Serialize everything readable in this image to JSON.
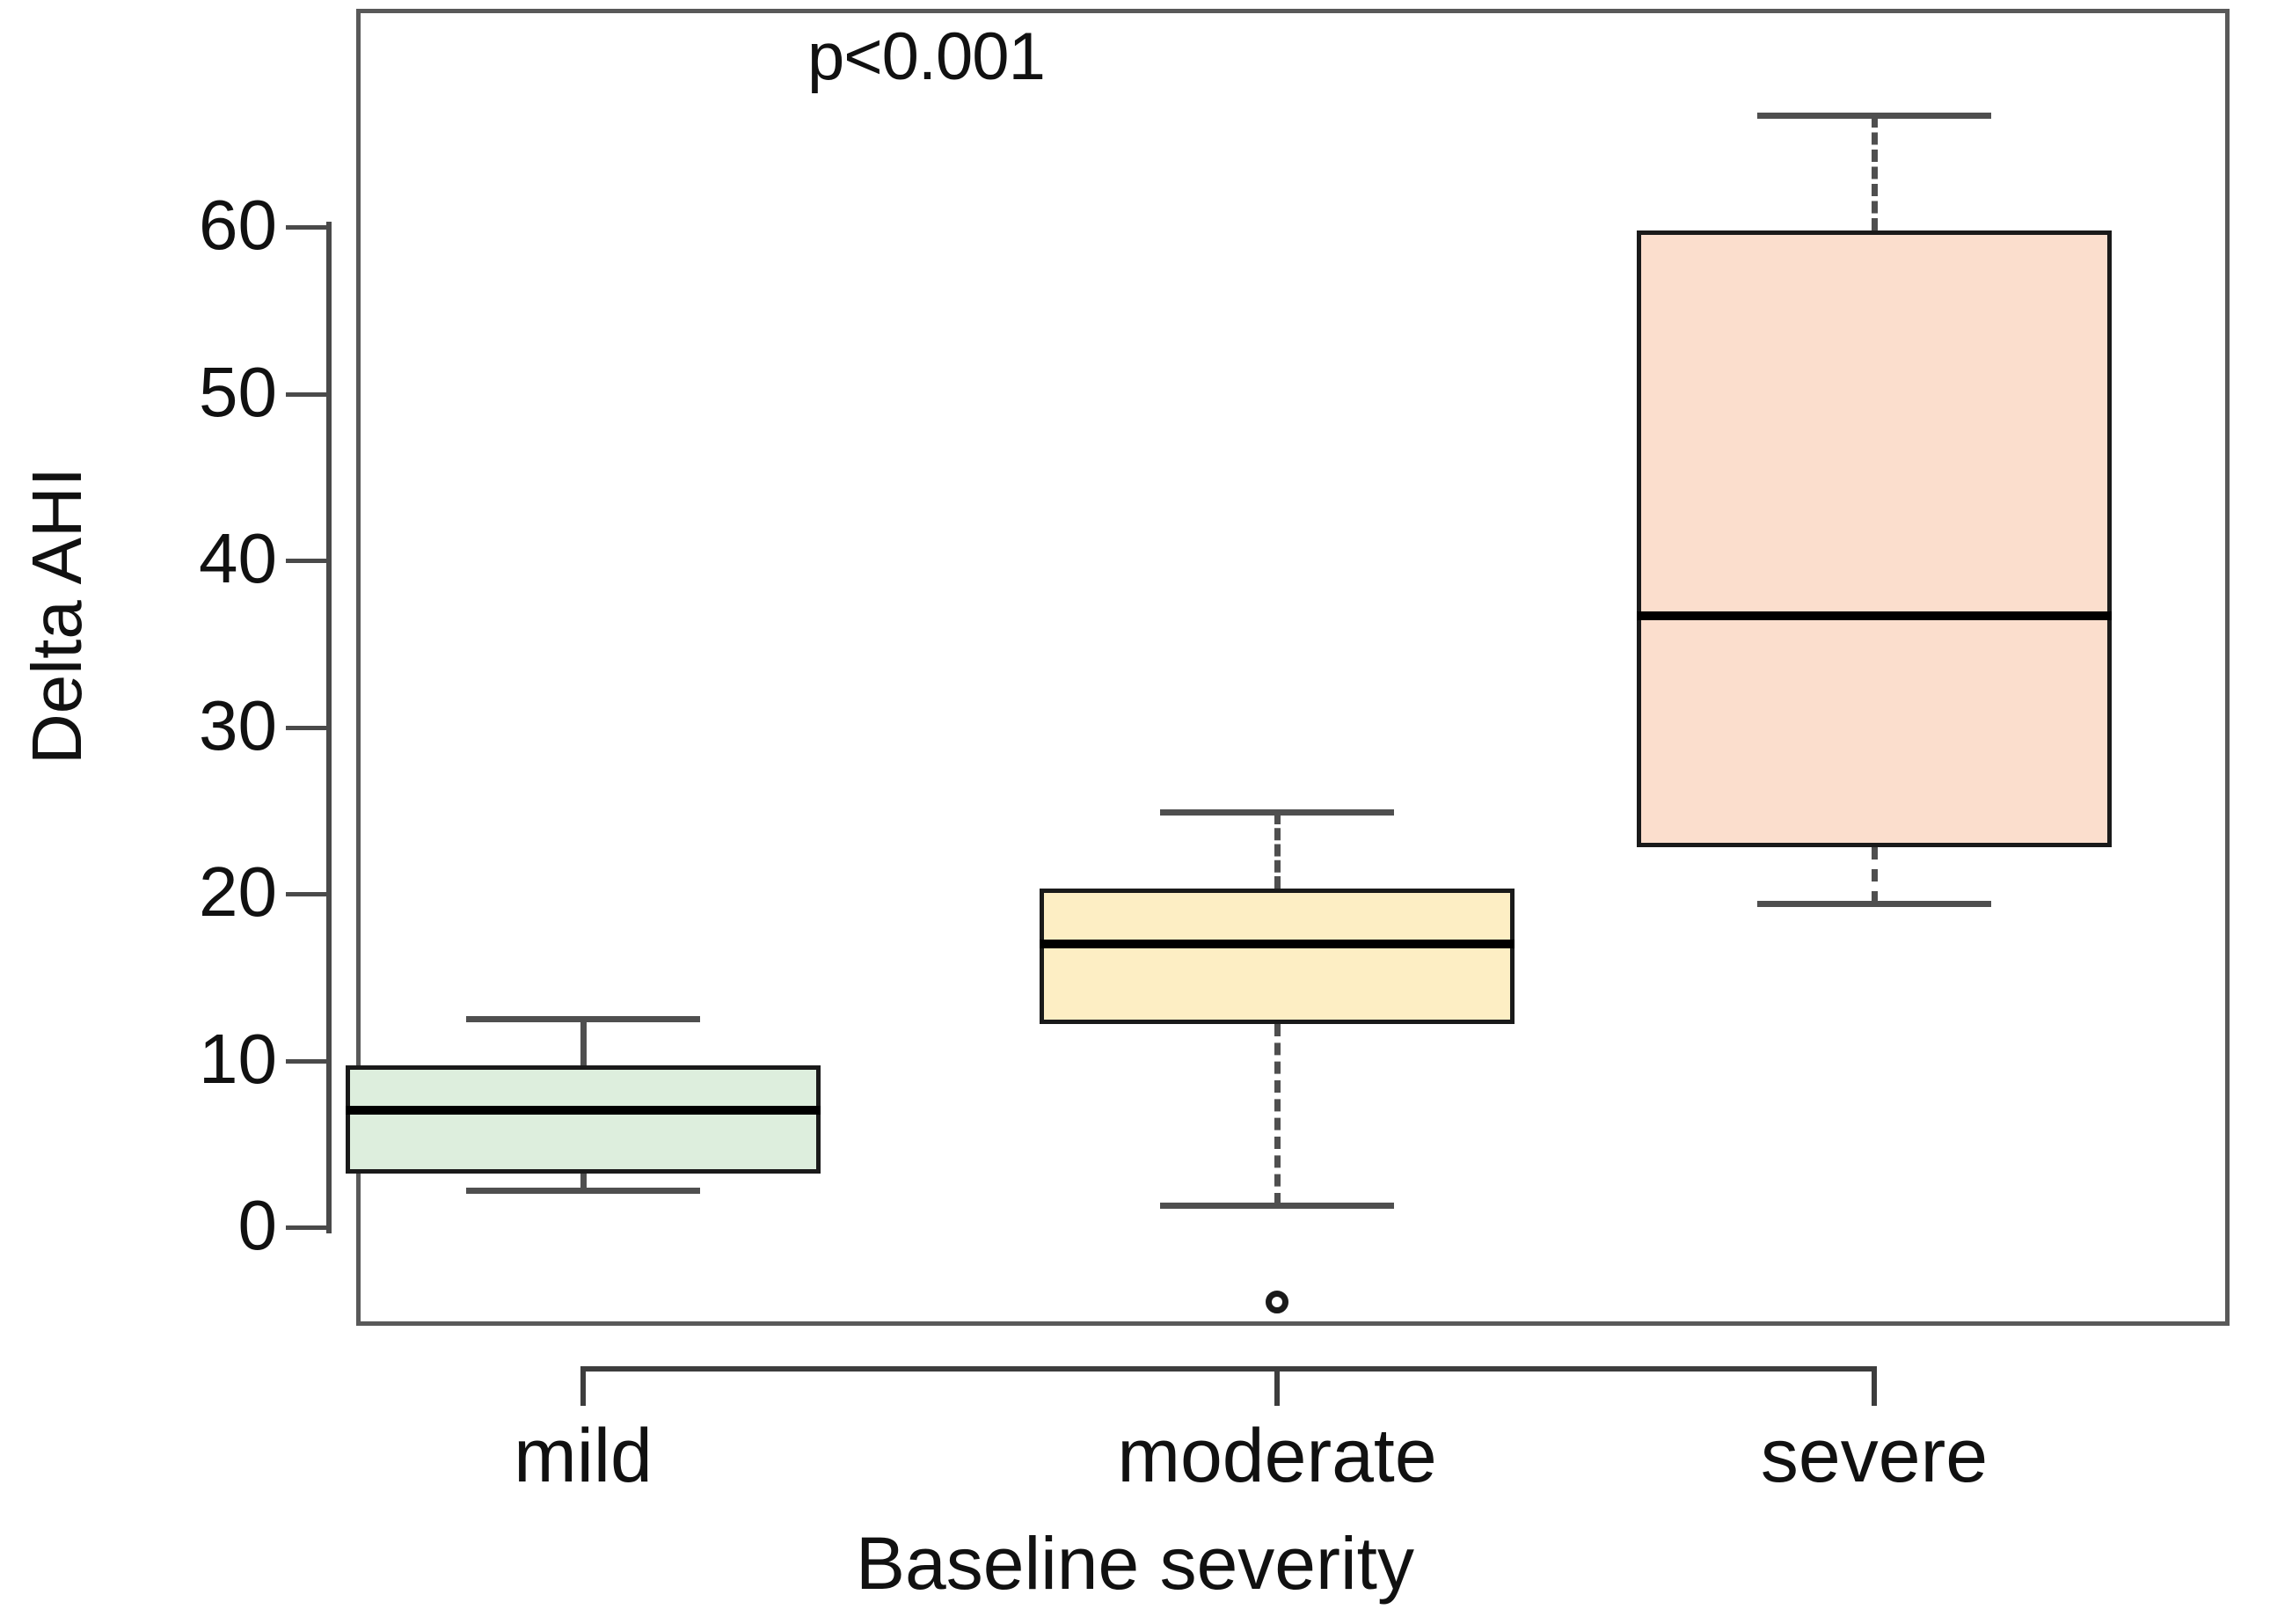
{
  "figure": {
    "annotation": "p<0.001",
    "ylabel": "Delta AHI",
    "xlabel": "Baseline severity"
  },
  "axes": {
    "y_ticks": [
      "0",
      "10",
      "20",
      "30",
      "40",
      "50",
      "60"
    ],
    "x_ticks": [
      "mild",
      "moderate",
      "severe"
    ]
  },
  "colors": {
    "mild_fill": "#ddeedd",
    "moderate_fill": "#fdeec4",
    "severe_fill": "#fbdecd",
    "box_border": "#1a1a1a",
    "median_line": "#000000",
    "whisker": "#4f4f4f",
    "panel_border": "#595959",
    "axis": "#4a4a4a",
    "text": "#111111"
  },
  "chart_data": {
    "type": "box",
    "title": "",
    "xlabel": "Baseline severity",
    "ylabel": "Delta AHI",
    "annotations": [
      {
        "text": "p<0.001",
        "x": "mild",
        "position": "top-left"
      }
    ],
    "categories": [
      "mild",
      "moderate",
      "severe"
    ],
    "ylim": [
      -6,
      68
    ],
    "ytick_values": [
      0,
      10,
      20,
      30,
      40,
      50,
      60
    ],
    "grid": false,
    "legend": "none",
    "boxes": [
      {
        "category": "mild",
        "fill": "#ddeedd",
        "whisker_low": 2.2,
        "q1": 3.2,
        "median": 7.0,
        "q3": 9.7,
        "whisker_high": 12.5,
        "whisker_style": "solid",
        "outliers": []
      },
      {
        "category": "moderate",
        "fill": "#fdeec4",
        "whisker_low": 1.3,
        "q1": 12.2,
        "median": 17.0,
        "q3": 20.3,
        "whisker_high": 24.9,
        "whisker_style": "dashed",
        "outliers": [
          -4.5
        ]
      },
      {
        "category": "severe",
        "fill": "#fbdecd",
        "whisker_low": 19.4,
        "q1": 22.8,
        "median": 36.7,
        "q3": 59.8,
        "whisker_high": 66.7,
        "whisker_style": "dashed",
        "outliers": []
      }
    ]
  }
}
